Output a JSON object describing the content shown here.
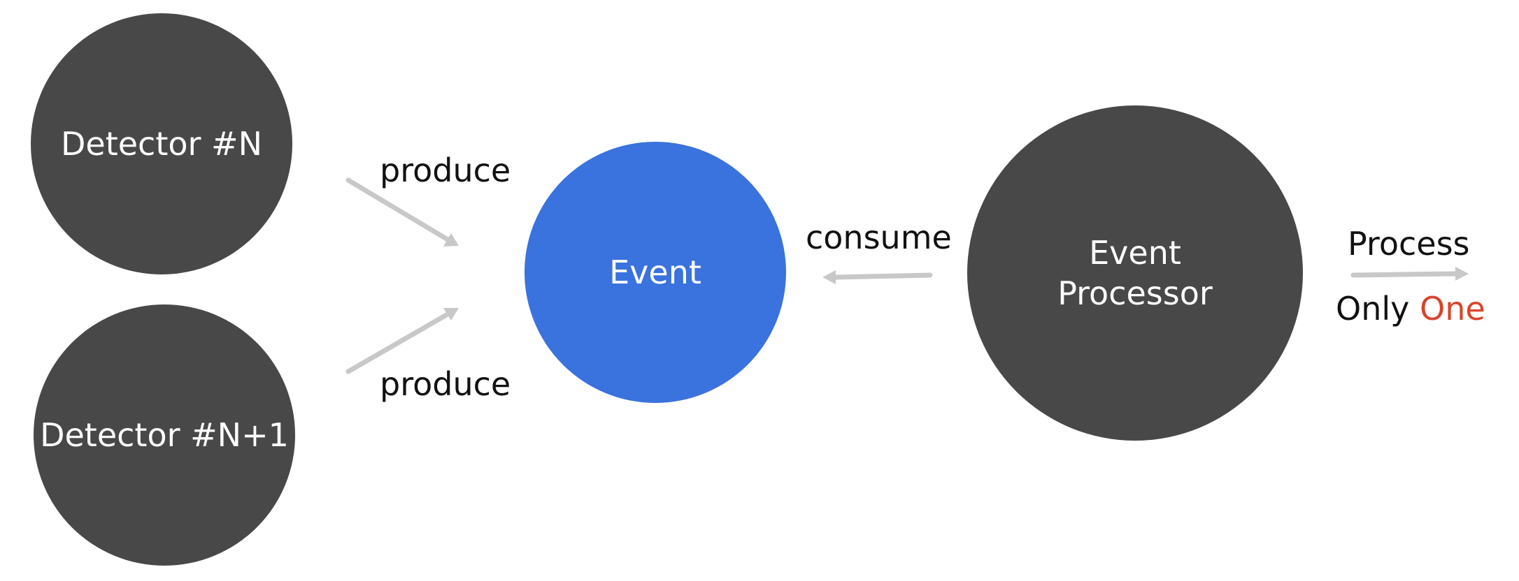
{
  "nodes": {
    "detector_n": "Detector #N",
    "detector_n1": "Detector #N+1",
    "event": "Event",
    "processor_line1": "Event",
    "processor_line2": "Processor"
  },
  "edges": {
    "produce_top": "produce",
    "produce_bottom": "produce",
    "consume": "consume",
    "process": "Process",
    "only": "Only",
    "one": "One"
  },
  "colors": {
    "node_dark": "#484848",
    "node_event": "#3a72de",
    "arrow": "#c8c8c8",
    "accent": "#d9442b"
  }
}
